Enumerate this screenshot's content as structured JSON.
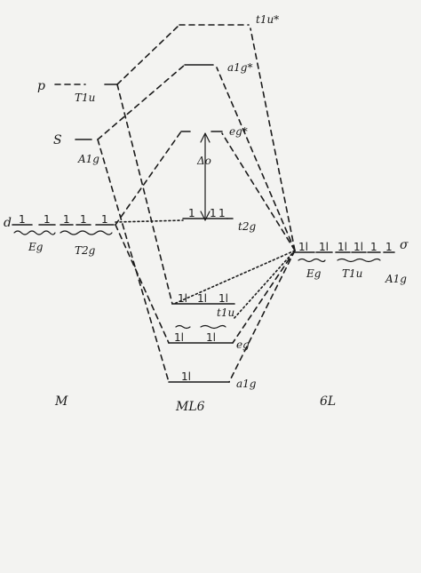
{
  "metal": {
    "p_label": "p",
    "p_sym": "T1u",
    "s_label": "S",
    "s_sym": "A1g",
    "d_label": "d",
    "eg_sym": "Eg",
    "t2g_sym": "T2g",
    "column": "M"
  },
  "ligand": {
    "eg_sym": "Eg",
    "t1u_sym": "T1u",
    "a1g_sym": "A1g",
    "sigma": "σ",
    "column": "6L"
  },
  "complex": {
    "column": "ML6",
    "t1u_star": "t1u*",
    "a1g_star": "a1g*",
    "eg_star": "eg*",
    "t2g": "t2g",
    "delta": "Δo",
    "t1u": "t1u",
    "eg": "eg",
    "a1g": "a1g"
  },
  "electron": {
    "single": "1",
    "pair": "1l",
    "pair_rev": "1l"
  }
}
